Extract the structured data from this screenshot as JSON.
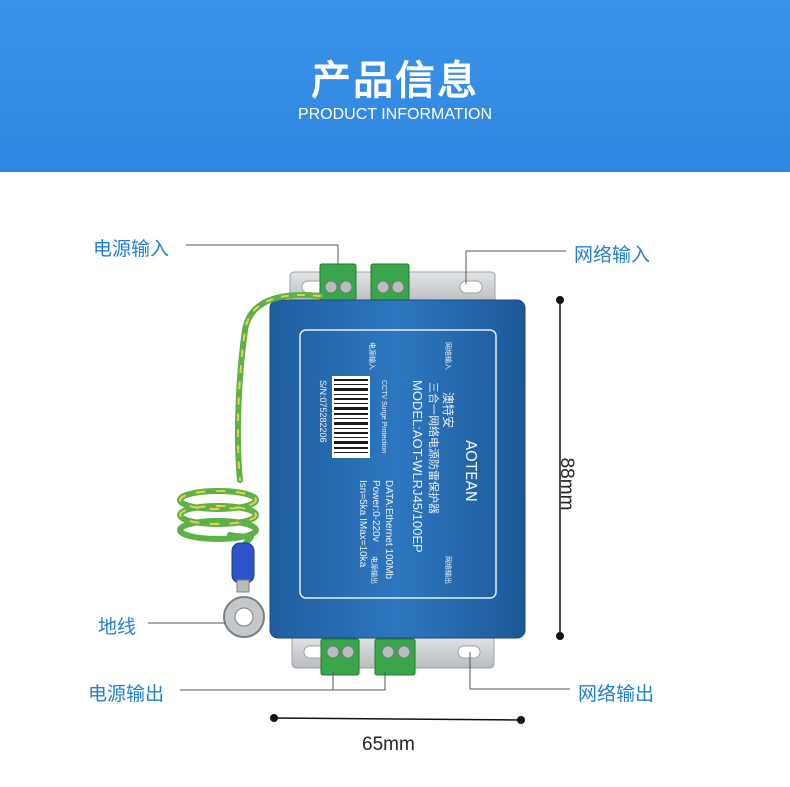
{
  "header": {
    "title": "产品信息",
    "subtitle": "PRODUCT INFORMATION",
    "background_color": "#2f86e0"
  },
  "callouts": {
    "power_input": "电源输入",
    "network_input": "网络输入",
    "ground_wire": "地线",
    "power_output": "电源输出",
    "network_output": "网络输出",
    "label_color": "#1f7fd6"
  },
  "dimensions": {
    "width": "65mm",
    "height": "88mm"
  },
  "device_label": {
    "brand_cn": "澳特安",
    "brand_en": "AOTEAN",
    "product_cn": "三合一网络电源防雷保护器",
    "model": "MODEL:AOT-WLRJ45/100EP",
    "cctv": "CCTV Surge Protection",
    "serial": "S/N:075282206",
    "data_rate": "DATA:Ethernet 100Mb",
    "power": "Power:0-220v",
    "current": "Isn=5ka  IMax=10ka",
    "term_power_in": "电源输入",
    "term_net_in": "网络输入",
    "term_power_out": "电源输出",
    "term_net_out": "网络输出",
    "body_color": "#2a6fb7"
  }
}
